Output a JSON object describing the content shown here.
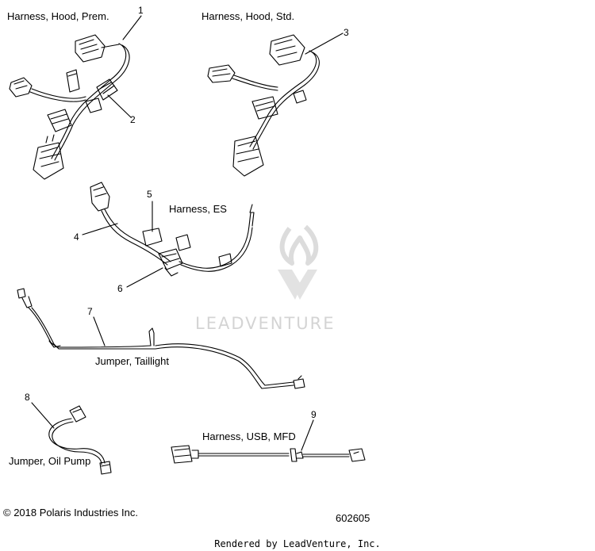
{
  "labels": {
    "harness_hood_prem": "Harness, Hood, Prem.",
    "harness_hood_std": "Harness, Hood, Std.",
    "harness_es": "Harness, ES",
    "jumper_taillight": "Jumper, Taillight",
    "jumper_oil_pump": "Jumper, Oil Pump",
    "harness_usb_mfd": "Harness, USB, MFD"
  },
  "callouts": [
    "1",
    "2",
    "3",
    "4",
    "5",
    "6",
    "7",
    "8",
    "9"
  ],
  "watermark": "LEADVENTURE",
  "copyright": "© 2018 Polaris Industries Inc.",
  "part_number": "602605",
  "footer": "Rendered by LeadVenture, Inc."
}
